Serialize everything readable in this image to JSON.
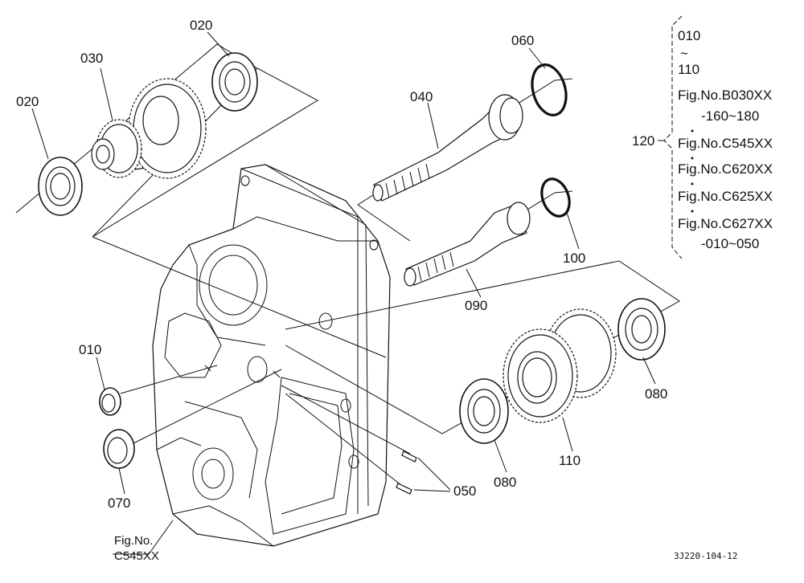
{
  "parts": {
    "p020_top": "020",
    "p020_left": "020",
    "p030": "030",
    "p060": "060",
    "p040": "040",
    "p100": "100",
    "p090": "090",
    "p010": "010",
    "p070": "070",
    "p080_bottom": "080",
    "p080_right": "080",
    "p110": "110",
    "p050": "050"
  },
  "assembly": {
    "number": "120",
    "range_start": "010",
    "range_sep": "~",
    "range_end": "110",
    "refs": [
      {
        "fig": "Fig.No.B030XX",
        "range": "-160~180"
      },
      {
        "fig": "Fig.No.C545XX",
        "range": ""
      },
      {
        "fig": "Fig.No.C620XX",
        "range": ""
      },
      {
        "fig": "Fig.No.C625XX",
        "range": ""
      },
      {
        "fig": "Fig.No.C627XX",
        "range": "-010~050"
      }
    ]
  },
  "housing_ref": {
    "line1": "Fig.No.",
    "line2": "C545XX"
  },
  "drawing_code": "3J220-104-12"
}
